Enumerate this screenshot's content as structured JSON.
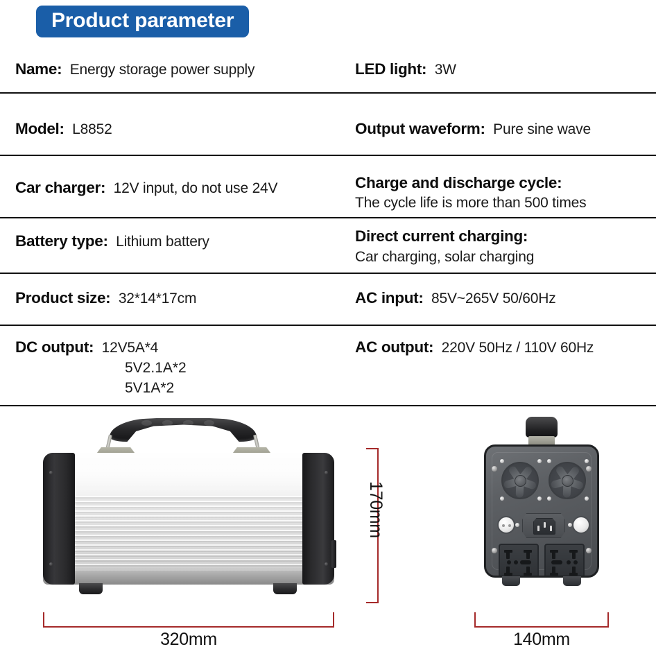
{
  "header": {
    "badge_label": "Product parameter",
    "badge_color": "#1a5ea8"
  },
  "spec_table": {
    "rows": [
      {
        "left": {
          "label": "Name:",
          "value": "Energy storage power supply"
        },
        "right": {
          "label": "LED light:",
          "value": "3W"
        }
      },
      {
        "left": {
          "label": "Model:",
          "value": "L8852"
        },
        "right": {
          "label": "Output waveform:",
          "value": "Pure sine wave"
        }
      },
      {
        "left": {
          "label": "Car charger:",
          "value": "12V input, do not use 24V"
        },
        "right": {
          "label": "Charge and discharge cycle:",
          "value": "The cycle life is more than 500 times"
        }
      },
      {
        "left": {
          "label": "Battery type:",
          "value": "Lithium battery"
        },
        "right": {
          "label": "Direct current charging:",
          "value": "Car charging, solar charging"
        }
      },
      {
        "left": {
          "label": "Product size:",
          "value": "32*14*17cm"
        },
        "right": {
          "label": "AC input:",
          "value": "85V~265V 50/60Hz"
        }
      },
      {
        "left": {
          "label": "DC output:",
          "value": "12V5A*4",
          "value_line2": "5V2.1A*2",
          "value_line3": "5V1A*2"
        },
        "right": {
          "label": "AC output:",
          "value": "220V 50Hz / 110V 60Hz"
        }
      }
    ]
  },
  "product_images": {
    "left_unit": {
      "name": "energy-storage-power-supply-front-view",
      "body_color": "#e9e9e9",
      "cap_color": "#2a2a2c",
      "handle_color": "#1a1a1c"
    },
    "right_unit": {
      "name": "energy-storage-power-supply-rear-panel",
      "panel_color": "#54575b",
      "features": [
        "cooling-fan",
        "cooling-fan",
        "iec-c14-inlet",
        "power-button",
        "power-button",
        "universal-ac-socket",
        "universal-ac-socket"
      ]
    }
  },
  "dimensions": {
    "line_color": "#a52a2a",
    "height_label": "170mm",
    "width_label": "320mm",
    "depth_label": "140mm"
  }
}
